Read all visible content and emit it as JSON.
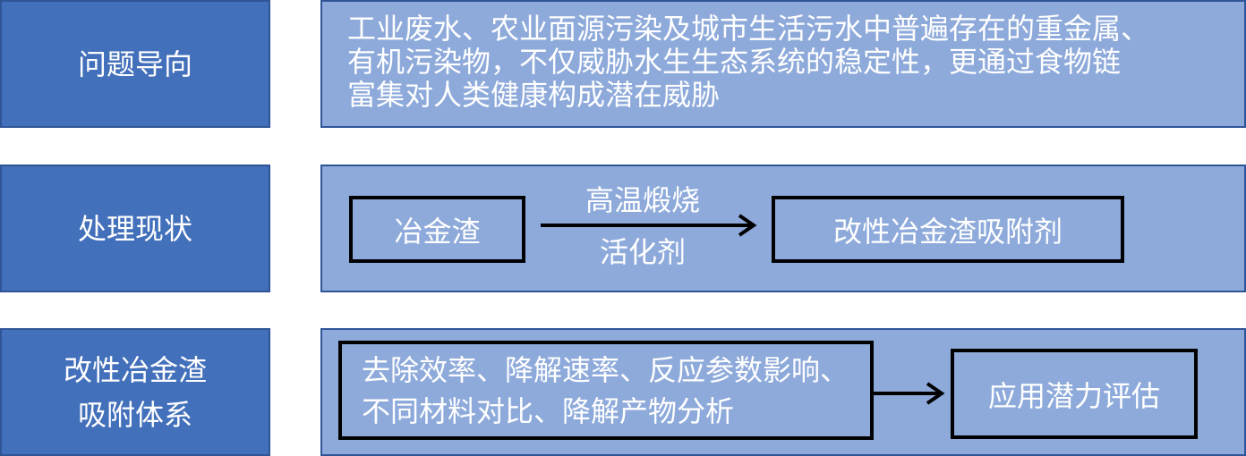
{
  "rows": [
    {
      "label_lines": [
        "问题导向"
      ],
      "content_lines": [
        "工业废水、农业面源污染及城市生活污水中普遍存在的重金属、",
        "有机污染物，不仅威胁水生生态系统的稳定性，更通过食物链",
        "富集对人类健康构成潜在威胁"
      ]
    },
    {
      "label_lines": [
        "处理现状"
      ],
      "source": "冶金渣",
      "arrow_top": "高温煅烧",
      "arrow_bottom": "活化剂",
      "target": "改性冶金渣吸附剂"
    },
    {
      "label_lines": [
        "改性冶金渣",
        "吸附体系"
      ],
      "left_lines": [
        "去除效率、降解速率、反应参数影响、",
        "不同材料对比、降解产物分析"
      ],
      "right": "应用潜力评估"
    }
  ],
  "colors": {
    "label_fill": "#4370bb",
    "content_fill": "#8eaadb",
    "border": "#2f5597",
    "arrow": "#000000",
    "text": "#ffffff"
  }
}
